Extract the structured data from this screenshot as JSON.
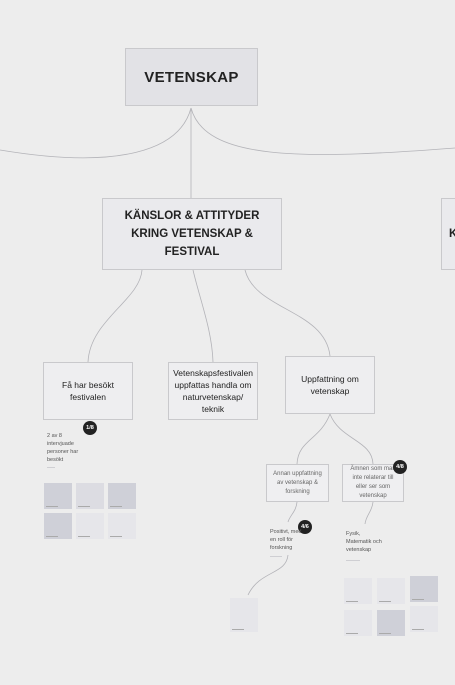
{
  "root": {
    "label": "VETENSKAP"
  },
  "theme": {
    "label": "KÄNSLOR & ATTITYDER KRING VETENSKAP & FESTIVAL"
  },
  "theme_right": {
    "label": "K"
  },
  "subtopics": [
    {
      "label": "Få har besökt festivalen"
    },
    {
      "label": "Vetenskapsfestivalen uppfattas handla om naturvetenskap/ teknik"
    },
    {
      "label": "Uppfattning om vetenskap"
    }
  ],
  "level3": [
    {
      "label": "Annan uppfattning av vetenskap & forskning"
    },
    {
      "label": "Ämnen som man inte relaterar till eller ser som vetenskap"
    }
  ],
  "badges": [
    "1/8",
    "4/6",
    "4/8"
  ],
  "notes": {
    "left_note": "2 av 8 intervjuade personer har besökt",
    "mid_note": "Positivt, med en roll för forskning",
    "right_note": "Fysik, Matematik och vetenskap"
  }
}
